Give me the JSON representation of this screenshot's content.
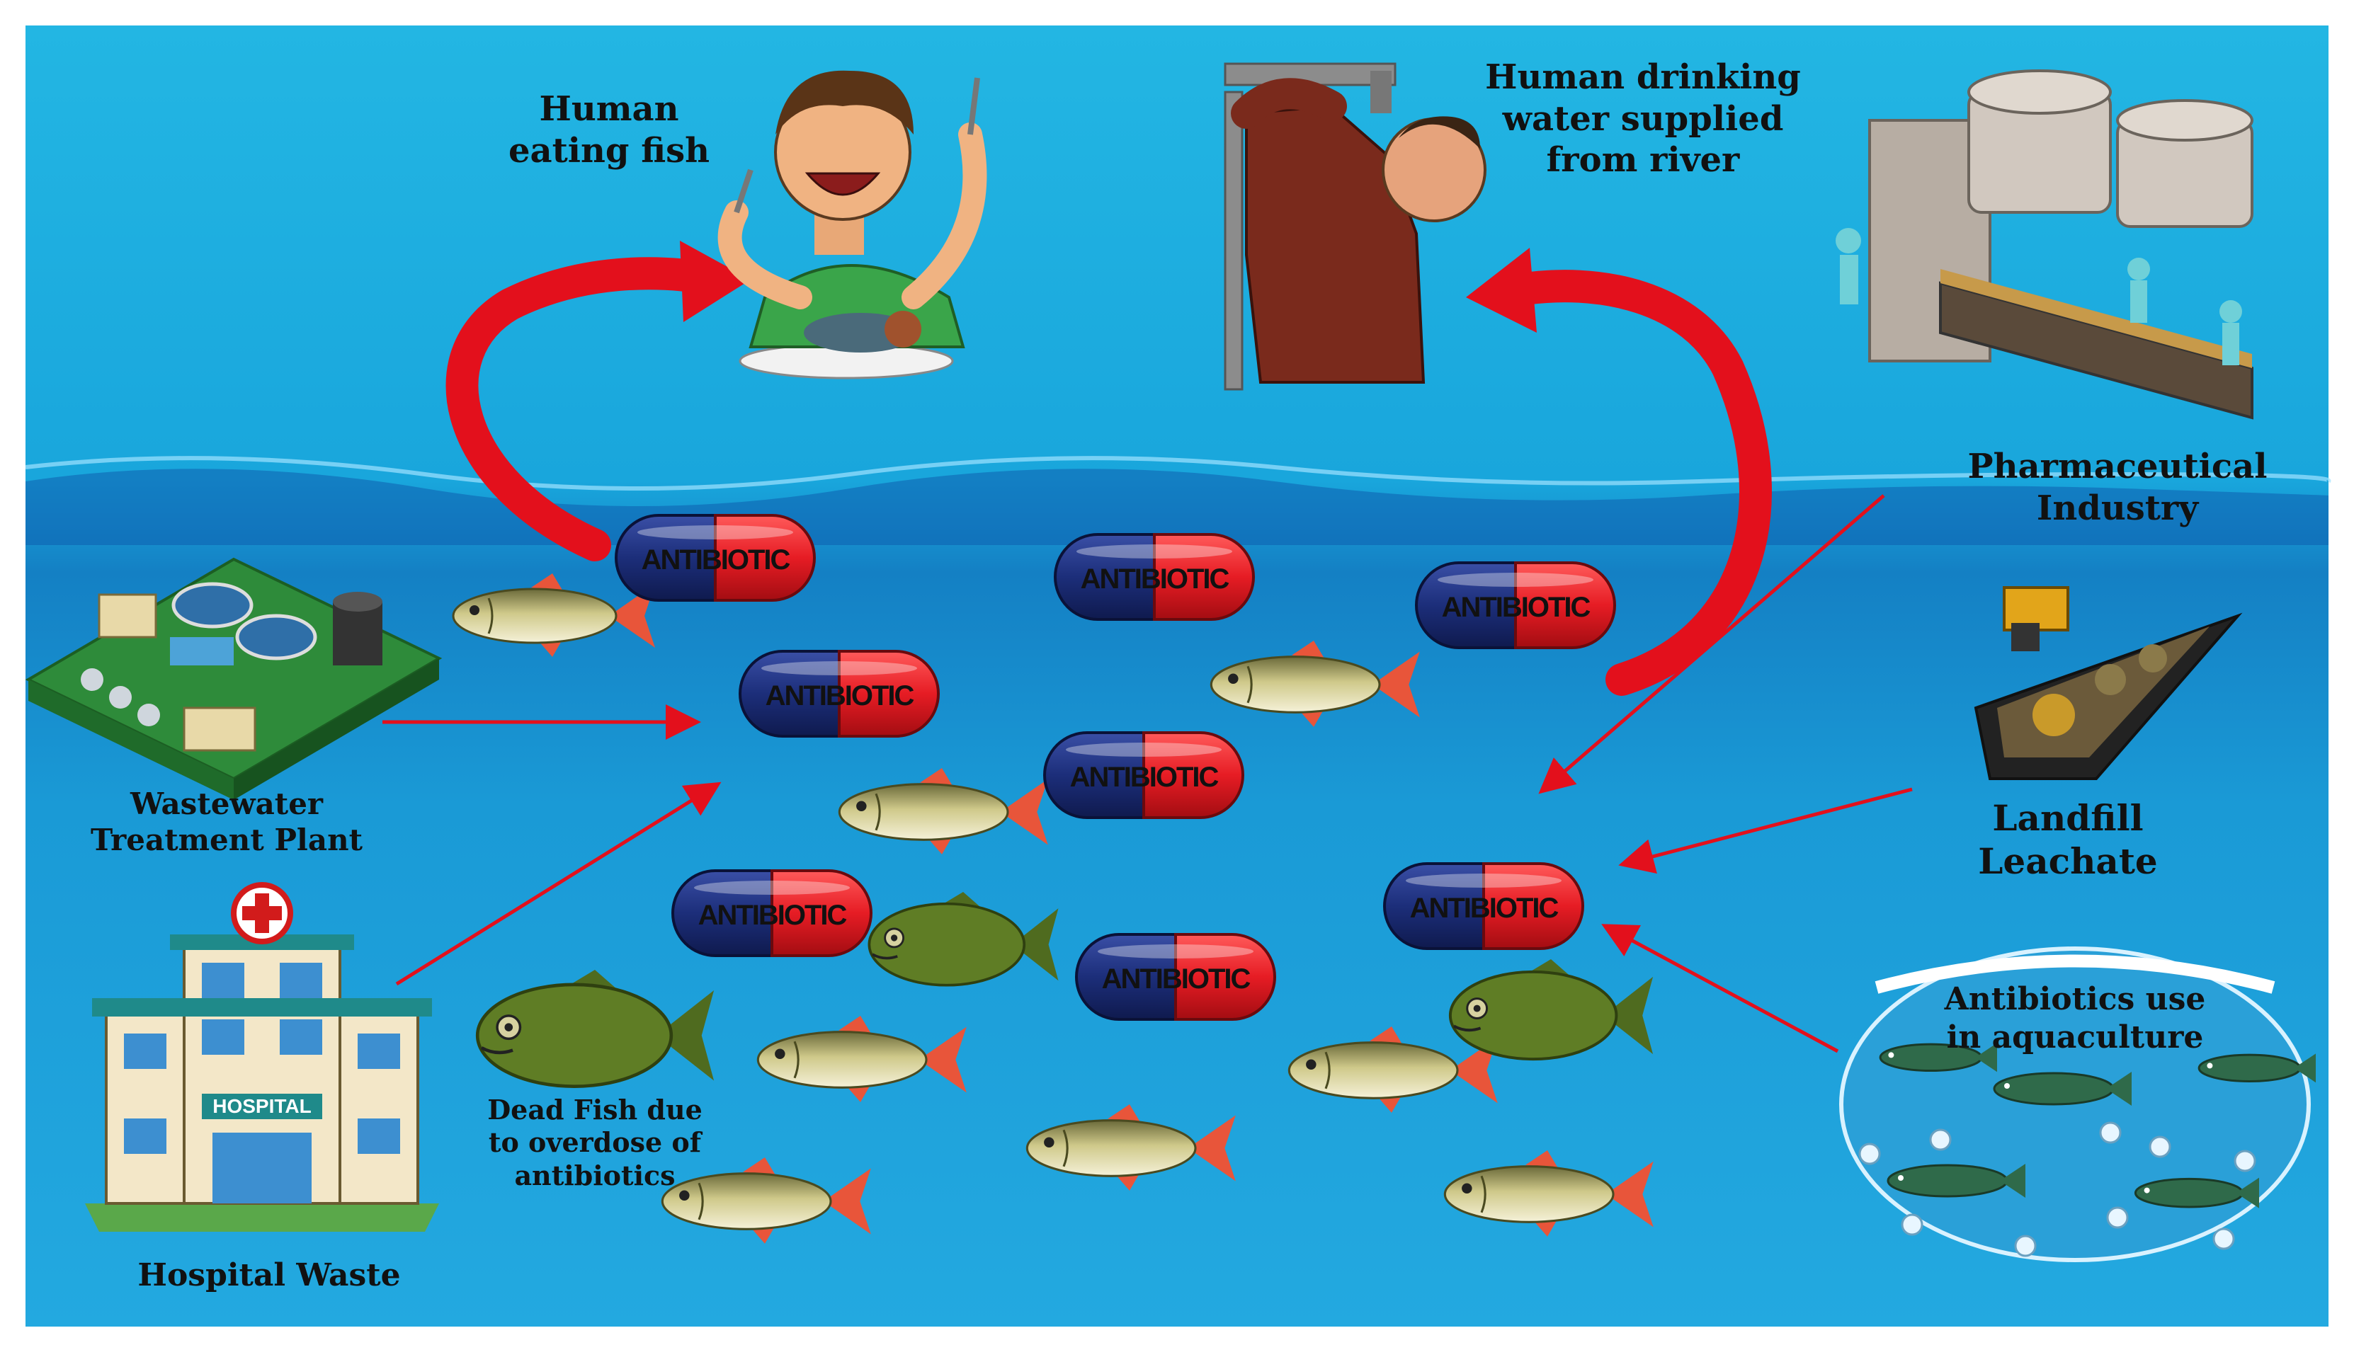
{
  "labels": {
    "human_eating": [
      "Human",
      "eating fish"
    ],
    "human_drinking": [
      "Human drinking",
      "water supplied",
      "from river"
    ],
    "pharma": [
      "Pharmaceutical",
      "Industry"
    ],
    "wwtp": [
      "Wastewater",
      "Treatment Plant"
    ],
    "landfill": [
      "Landfill",
      "Leachate"
    ],
    "hospital_waste": [
      "Hospital Waste"
    ],
    "aquaculture": [
      "Antibiotics use",
      "in aquaculture"
    ],
    "dead_fish": [
      "Dead Fish due",
      "to overdose of",
      "antibiotics"
    ]
  },
  "signs": {
    "hospital": "HOSPITAL"
  },
  "pill_label": "ANTIBIOTIC",
  "colors": {
    "sky_top": "#1aa3d6",
    "water": "#1b8fd1",
    "arrow_red": "#e3101c",
    "pill_blue": "#1c2e7a",
    "pill_red": "#e61c24"
  },
  "icons": [
    "human-eating-fish-icon",
    "human-drinking-icon",
    "pharmaceutical-factory-icon",
    "wastewater-plant-icon",
    "landfill-icon",
    "hospital-icon",
    "aquaculture-icon",
    "antibiotic-pill-icon",
    "fish-icon",
    "dead-fish-icon"
  ]
}
